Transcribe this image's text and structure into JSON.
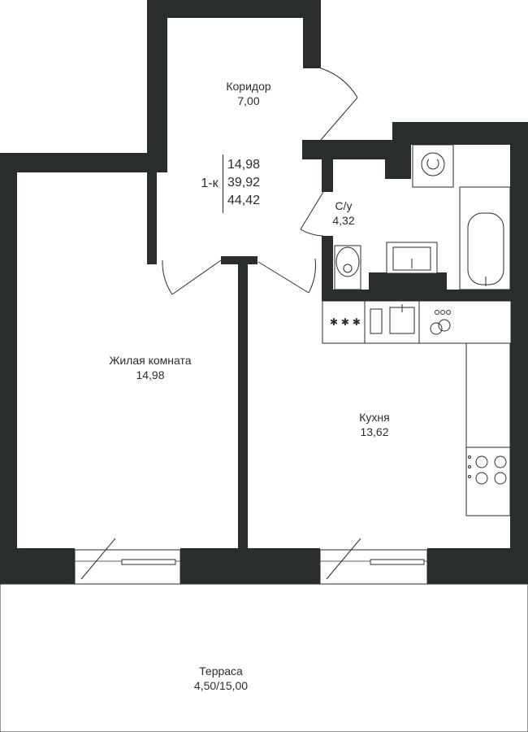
{
  "summary": {
    "type_label": "1-к",
    "living_area": "14,98",
    "total_area": "39,92",
    "total_with_terrace": "44,42"
  },
  "rooms": {
    "corridor": {
      "name": "Коридор",
      "area": "7,00"
    },
    "bathroom": {
      "name": "С/у",
      "area": "4,32"
    },
    "living_room": {
      "name": "Жилая комната",
      "area": "14,98"
    },
    "kitchen": {
      "name": "Кухня",
      "area": "13,62"
    },
    "terrace": {
      "name": "Терраса",
      "area": "4,50/15,00"
    }
  },
  "colors": {
    "wall": "#2a2d2e",
    "background": "#ffffff"
  }
}
